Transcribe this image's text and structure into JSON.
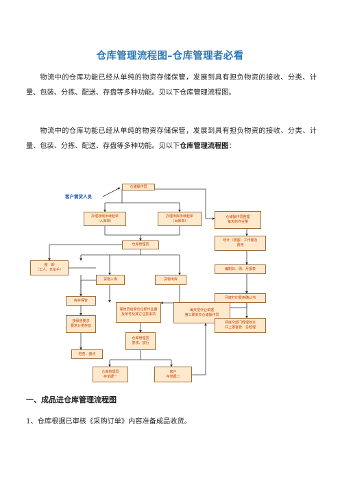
{
  "title": "仓库管理流程图–仓库管理者必看",
  "paragraph1": "物流中的仓库功能已经从单纯的物资存储保管，发展到具有担负物资的接收、分类、计量、包装、分拣、配送、存盘等多种功能。见以下仓库管理流程图。",
  "paragraph2_text": "物流中的仓库功能已经从单纯的物资存储保管，发展到具有担负物资的接收、分类、计量、包装、分拣、配送、存盘等多种功能。见以下",
  "paragraph2_highlight": "仓库管理流程图",
  "paragraph2_tail": "：",
  "flowchart": {
    "client_label": "客户需货人员",
    "boxes": {
      "warehouse_operator": "仓储操作员",
      "inbound_handling": "办理存储手续起单\n（入库单）",
      "outbound_handling": "办理出库手续起单\n（出库单）",
      "warehouse_manager": "仓库管理员",
      "labor": "装　卸\n（工人、叉车手）",
      "goods_in": "货物入库",
      "goods_out": "货物出库",
      "storage": "库存保管",
      "keeper_check": "保管员结算仓位卸作业量\n及单号及其它注意事项",
      "daily_report": "每天把作业单据\n第三联单交仓储操作员",
      "keeper_task": "按保管要求\n要求分类存放",
      "manager_verify": "仓库管理员\n复核、放行",
      "inventory_check": "检查、盘点",
      "receipt_one": "仓库管理员\n存单据一",
      "receipt_two": "客户\n存单据二",
      "op_statistics": "仓储操作员整理\n每天的作业量",
      "stat_workload": "统计（按客）工作量及\n费用",
      "make_report": "编制日、周、月报表",
      "print_monthly": "月底打印费用确认书",
      "monthly_confirm": "月底交部门经理核定\n并上报客管、总经理"
    }
  },
  "section1_heading": "一、成品进仓库管理流程图",
  "step1": "1、仓库根据已审核《采购订单》内容准备成品收货。"
}
